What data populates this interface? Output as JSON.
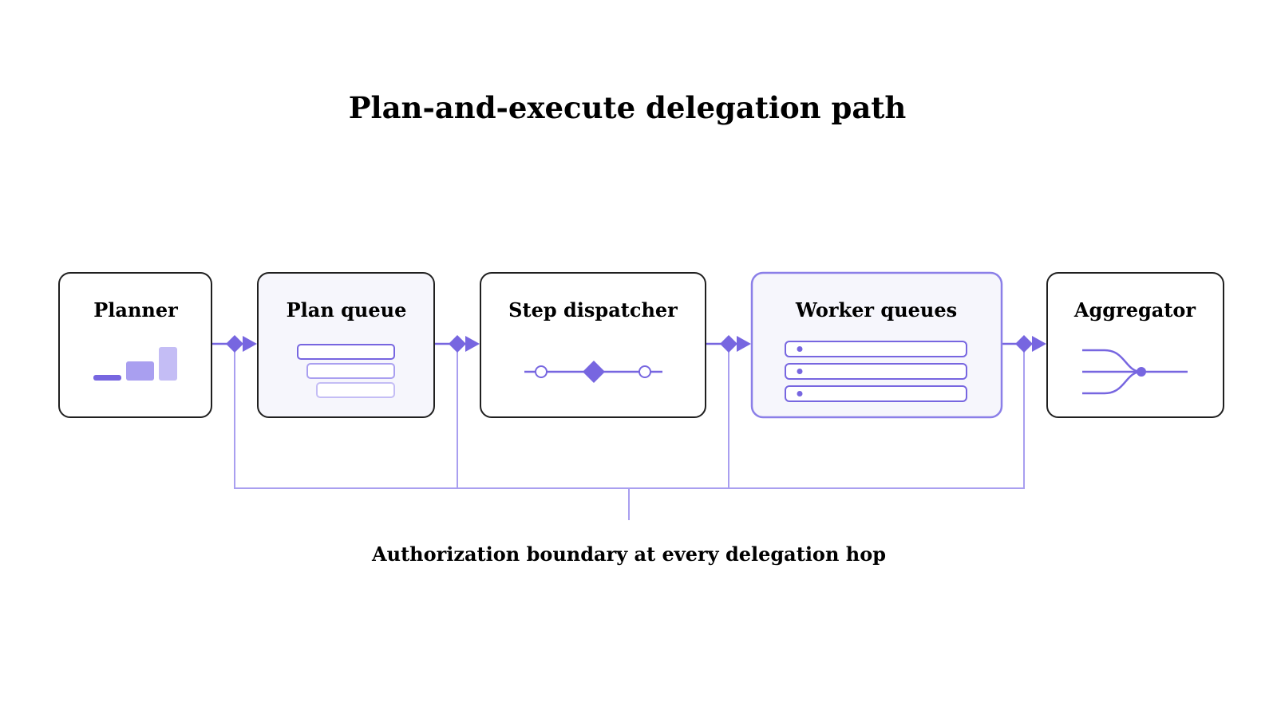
{
  "title": "Plan-and-execute delegation path",
  "nodes": [
    {
      "id": "planner",
      "label": "Planner",
      "icon": "bar-chart-icon"
    },
    {
      "id": "plan-queue",
      "label": "Plan queue",
      "icon": "stacked-list-icon"
    },
    {
      "id": "step-dispatcher",
      "label": "Step dispatcher",
      "icon": "timeline-icon"
    },
    {
      "id": "worker-queues",
      "label": "Worker queues",
      "icon": "list-rows-icon"
    },
    {
      "id": "aggregator",
      "label": "Aggregator",
      "icon": "merge-icon"
    }
  ],
  "edges": [
    {
      "from": "planner",
      "to": "plan-queue"
    },
    {
      "from": "plan-queue",
      "to": "step-dispatcher"
    },
    {
      "from": "step-dispatcher",
      "to": "worker-queues"
    },
    {
      "from": "worker-queues",
      "to": "aggregator"
    }
  ],
  "boundary_caption": "Authorization boundary at every delegation hop",
  "colors": {
    "accent": "#7766e0",
    "accent_light": "#a99ff0",
    "accent_lighter": "#c4bdf5",
    "box_stroke": "#1f1f1f",
    "highlight_stroke": "#8b7fe8",
    "box_fill_tinted": "#f6f6fc",
    "text": "#1f1f1f"
  }
}
